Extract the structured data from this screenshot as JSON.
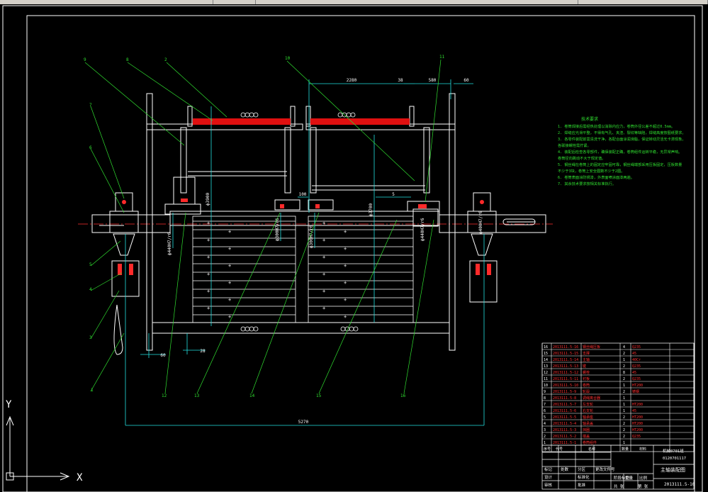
{
  "window": {
    "toolbar_segments": [
      "",
      "",
      "",
      ""
    ]
  },
  "dimensions": {
    "d_2280": "2280",
    "d_38": "38",
    "d_580": "580",
    "d_60_top": "60",
    "d_100": "100",
    "d_5": "5",
    "d_60_bottom": "60",
    "d_28": "28",
    "d_5270": "5270",
    "v_3900": "ф3900",
    "v_3700": "ф3700",
    "v_left_shaft": "ф440H7/r6",
    "v_mid_left": "ф300H7/r6",
    "v_mid_right": "ф300H7/r6",
    "v_right_shaft": "ф440H7/r6",
    "v_right_end": "ф400H7/r6"
  },
  "tech_requirements": {
    "title": "技术要求",
    "lines": [
      "1. 卷筒焊接后需经热处理以消除内应力，卷筒外径公差不超过0.5mm。",
      "2. 焊缝应光滑平整，不得有气孔、夹渣、裂纹等缺陷，焊缝高度按图纸要求。",
      "3. 各零件装配前需清洗干净，各配合面涂润滑脂，保证转动灵活无卡滞现象。",
      "   各联接螺栓需拧紧。",
      "4. 装配后检查各零部件，确保装配正确，卷筒组件运转平稳，无异常声响。",
      "   卷筒径向跳动不大于规定值。",
      "5. 钢丝绳在卷筒上的固定应牢固可靠，钢丝绳端部采用压板固定，压板数量",
      "   不少于3块，卷筒上安全圈数不少于2圈。",
      "6. 卷筒表面涂防锈漆，外表面喷涂面漆两遍。",
      "7. 其余技术要求按相关标准执行。"
    ]
  },
  "leaders": [
    "1",
    "2",
    "3",
    "4",
    "5",
    "6",
    "7",
    "8",
    "9",
    "10",
    "11",
    "12",
    "13",
    "14",
    "15",
    "16"
  ],
  "bom": {
    "rows": [
      {
        "no": "16",
        "code": "2013111.5-16",
        "name": "钢丝绳压板",
        "qty": "4",
        "mat": "Q235"
      },
      {
        "no": "15",
        "code": "2013111.5-15",
        "name": "支撑",
        "qty": "2",
        "mat": "45"
      },
      {
        "no": "14",
        "code": "2013111.5-14",
        "name": "主轴",
        "qty": "1",
        "mat": "40Cr"
      },
      {
        "no": "13",
        "code": "2013111.5-13",
        "name": "键",
        "qty": "2",
        "mat": "Q235"
      },
      {
        "no": "12",
        "code": "2013111.5-12",
        "name": "螺栓",
        "qty": "8",
        "mat": "45"
      },
      {
        "no": "11",
        "code": "2013111.5-11",
        "name": "衬板",
        "qty": "2",
        "mat": "Q235"
      },
      {
        "no": "10",
        "code": "2013111.5-10",
        "name": "卷筒",
        "qty": "1",
        "mat": "HT200"
      },
      {
        "no": "9",
        "code": "2013111.5-9",
        "name": "轮毂",
        "qty": "2",
        "mat": "铸钢"
      },
      {
        "no": "8",
        "code": "2013111.5-8",
        "name": "调绳离合器",
        "qty": "1",
        "mat": ""
      },
      {
        "no": "7",
        "code": "2013111.5-7",
        "name": "左支轮",
        "qty": "1",
        "mat": "HT200"
      },
      {
        "no": "6",
        "code": "2013111.5-6",
        "name": "右支轮",
        "qty": "1",
        "mat": "45"
      },
      {
        "no": "5",
        "code": "2013111.5-5",
        "name": "轴承座",
        "qty": "2",
        "mat": "HT200"
      },
      {
        "no": "4",
        "code": "2013111.5-4",
        "name": "轴承盖",
        "qty": "2",
        "mat": "HT200"
      },
      {
        "no": "3",
        "code": "2013111.5-3",
        "name": "挡圈",
        "qty": "2",
        "mat": "HT200"
      },
      {
        "no": "2",
        "code": "2013111.5-2",
        "name": "端盖",
        "qty": "2",
        "mat": "Q235"
      },
      {
        "no": "1",
        "code": "2013111.5-1",
        "name": "卷筒组件",
        "qty": "1",
        "mat": ""
      }
    ],
    "header": {
      "no": "序号",
      "code": "代号",
      "name": "名称",
      "qty": "数量",
      "mat": "材料"
    }
  },
  "title_block": {
    "school": "机械0701班",
    "student_id": "0120701117",
    "drawing_name": "主轴装配图",
    "drawing_code": "2013111.5-10",
    "labels": [
      "标记",
      "处数",
      "分区",
      "更改文件号",
      "签名",
      "年月日",
      "设计",
      "标准化",
      "审核",
      "工艺",
      "批准",
      "阶段标记",
      "重量",
      "比例",
      "共 张",
      "第 张"
    ]
  },
  "ucs": {
    "x_label": "X",
    "y_label": "Y"
  }
}
